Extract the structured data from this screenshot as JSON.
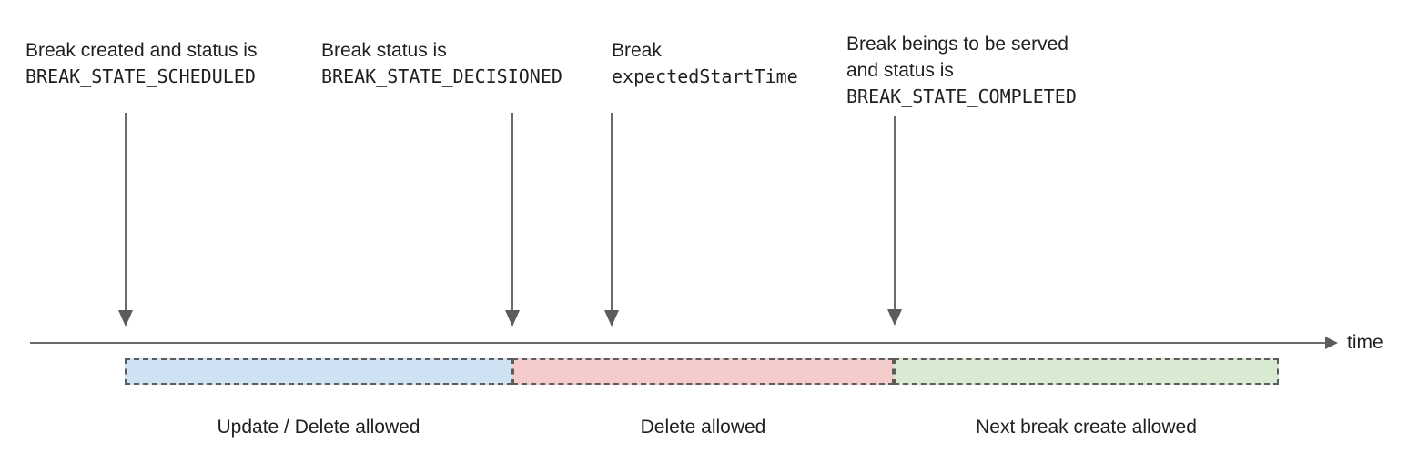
{
  "annotations": [
    {
      "line1": "Break created and status is",
      "line2": "BREAK_STATE_SCHEDULED"
    },
    {
      "line1": "Break status is",
      "line2": "BREAK_STATE_DECISIONED"
    },
    {
      "line1": "Break",
      "line2": "expectedStartTime"
    },
    {
      "line1": "Break beings to be served",
      "line2": "and status is",
      "line3": "BREAK_STATE_COMPLETED"
    }
  ],
  "timeline": {
    "axis_label": "time"
  },
  "segments": [
    {
      "label": "Update / Delete allowed",
      "fill": "#cfe2f3"
    },
    {
      "label": "Delete allowed",
      "fill": "#f4cccc"
    },
    {
      "label": "Next break create allowed",
      "fill": "#d9ead3"
    }
  ],
  "colors": {
    "arrow": "#5c5c5c",
    "segment_border": "#5c5c5c",
    "text": "#1f1f1f"
  }
}
